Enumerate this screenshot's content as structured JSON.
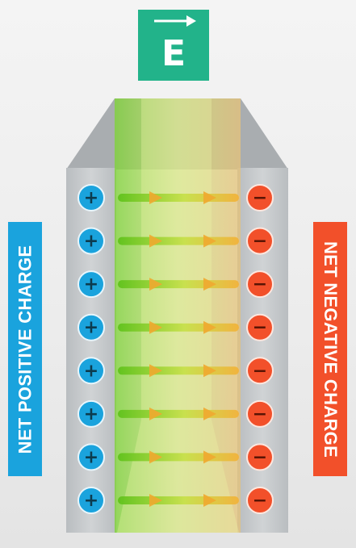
{
  "field": {
    "symbol": "E",
    "color": "#22b38a"
  },
  "labels": {
    "positive": "NET POSITIVE CHARGE",
    "negative": "NET NEGATIVE CHARGE"
  },
  "charges": {
    "positive": {
      "count": 8,
      "sign": "+",
      "color": "#1aa3dd"
    },
    "negative": {
      "count": 8,
      "sign": "−",
      "color": "#f2502a"
    }
  },
  "field_lines": {
    "count": 8,
    "color": "#6fcf2a",
    "arrow_color": "#f0a830"
  },
  "colors": {
    "plate": "#c4c8cb",
    "plate_top": "#a9adb0",
    "positive_label_bg": "#1aa3dd",
    "negative_label_bg": "#f2502a"
  }
}
